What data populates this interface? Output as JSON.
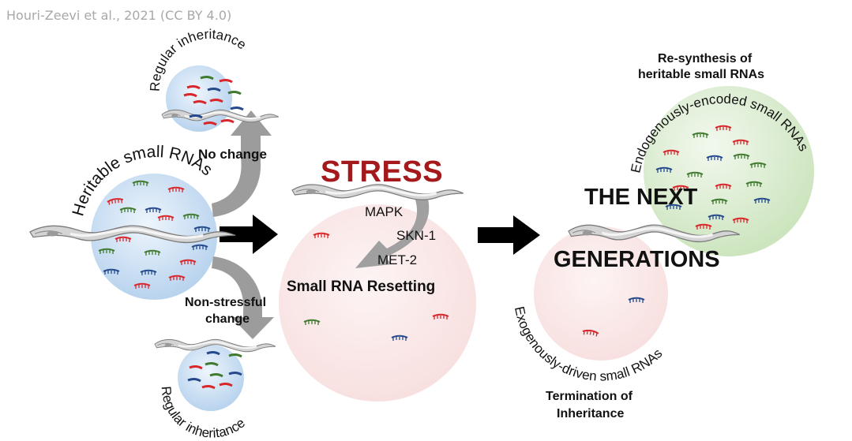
{
  "credit": "Houri-Zeevi et al., 2021 (CC BY 4.0)",
  "colors": {
    "blue_sphere": "#c9dff2",
    "pink_sphere": "#fbe8e8",
    "green_sphere": "#d9ecd0",
    "stress_red": "#a3191c",
    "arrow_black": "#000000",
    "arrow_gray": "#9a9a9a",
    "rna_red": "#d8262b",
    "rna_green": "#3f7a2e",
    "rna_blue": "#24498c"
  },
  "left": {
    "sphere_label": "Heritable small RNAs",
    "top_outcome": {
      "arrow_label": "No change",
      "sphere_label": "Regular inheritance"
    },
    "bottom_outcome": {
      "arrow_label_line1": "Non-stressful",
      "arrow_label_line2": "change",
      "sphere_label": "Regular inheritance"
    }
  },
  "middle": {
    "title": "STRESS",
    "pathway": [
      "MAPK",
      "SKN-1",
      "MET-2"
    ],
    "caption": "Small RNA Resetting"
  },
  "right": {
    "heading_line1": "THE NEXT",
    "heading_line2": "GENERATIONS",
    "top": {
      "title_line1": "Re-synthesis of",
      "title_line2": "heritable small RNAs",
      "sphere_label": "Endogenously-encoded small RNAs"
    },
    "bottom": {
      "sphere_label": "Exogenously-driven small RNAs",
      "title_line1": "Termination of",
      "title_line2": "Inheritance"
    }
  }
}
